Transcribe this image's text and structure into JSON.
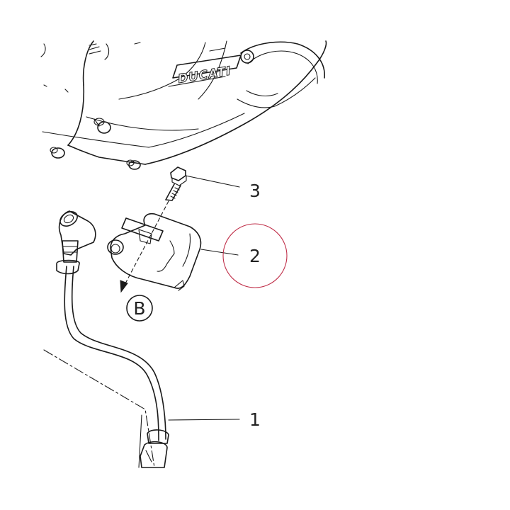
{
  "diagram": {
    "brand_text": "DUCATI",
    "view_marker": "B",
    "callouts": [
      {
        "id": "part-1",
        "label": "1"
      },
      {
        "id": "part-2",
        "label": "2"
      },
      {
        "id": "part-3",
        "label": "3"
      }
    ],
    "highlight": {
      "target": "part-2",
      "color": "#c0304a"
    }
  }
}
